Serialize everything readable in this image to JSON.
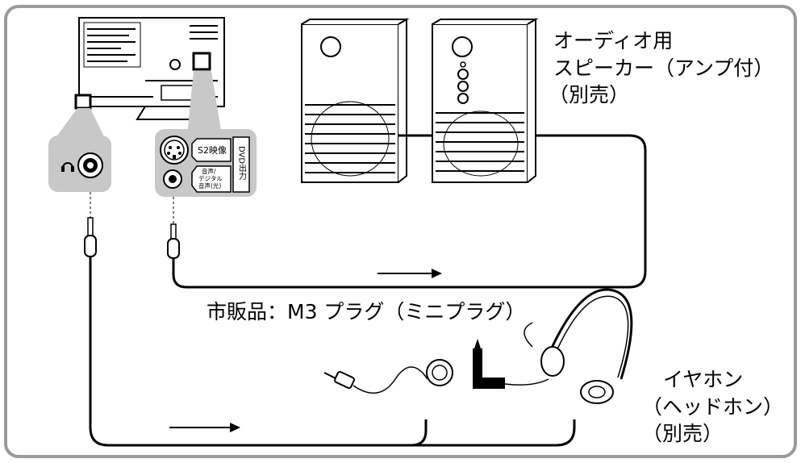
{
  "labels": {
    "speaker_line1": "オーディオ用",
    "speaker_line2": "スピーカー（アンプ付）",
    "speaker_line3": "（別売）",
    "plug": "市販品：M3 プラグ（ミニプラグ）",
    "earphone_line1": "イヤホン",
    "earphone_line2": "（ヘッドホン）",
    "earphone_line3": "（別売）"
  },
  "panel": {
    "s2_label": "S2映像",
    "audio_line1": "音声/",
    "audio_line2": "デジタル",
    "audio_line3": "音声(光)",
    "dvd_out": "DVD出力"
  },
  "colors": {
    "frame_border": "#9a9a9a",
    "callout_fill": "#c8c8c8",
    "line": "#000000"
  },
  "icons": [
    "headphone-icon",
    "svideo-jack-icon",
    "audio-jack-icon",
    "arrow-right-icon"
  ]
}
